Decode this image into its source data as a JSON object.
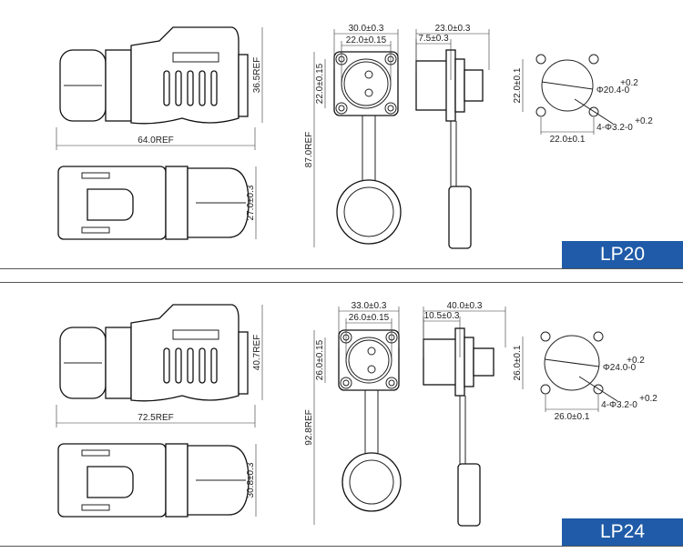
{
  "panels": [
    {
      "model": "LP20",
      "length": "64.0REF",
      "height": "36.5REF",
      "width_bottom": "27.0±0.3",
      "total_length": "87.0REF",
      "flange_width": "30.0±0.3",
      "hole_pitch_h": "22.0±0.15",
      "hole_pitch_v": "22.0±0.15",
      "depth": "23.0±0.3",
      "flange_offset": "7.5±0.3",
      "cutout_v": "22.0±0.1",
      "cutout_h": "22.0±0.1",
      "cutout_dia": "Φ20.4-0",
      "cutout_dia_tol": "+0.2",
      "hole_dia": "4-Φ3.2-0",
      "hole_dia_tol": "+0.2"
    },
    {
      "model": "LP24",
      "length": "72.5REF",
      "height": "40.7REF",
      "width_bottom": "30.8±0.3",
      "total_length": "92.8REF",
      "flange_width": "33.0±0.3",
      "hole_pitch_h": "26.0±0.15",
      "hole_pitch_v": "26.0±0.15",
      "depth": "40.0±0.3",
      "flange_offset": "10.5±0.3",
      "cutout_v": "26.0±0.1",
      "cutout_h": "26.0±0.1",
      "cutout_dia": "Φ24.0-0",
      "cutout_dia_tol": "+0.2",
      "hole_dia": "4-Φ3.2-0",
      "hole_dia_tol": "+0.2"
    }
  ]
}
